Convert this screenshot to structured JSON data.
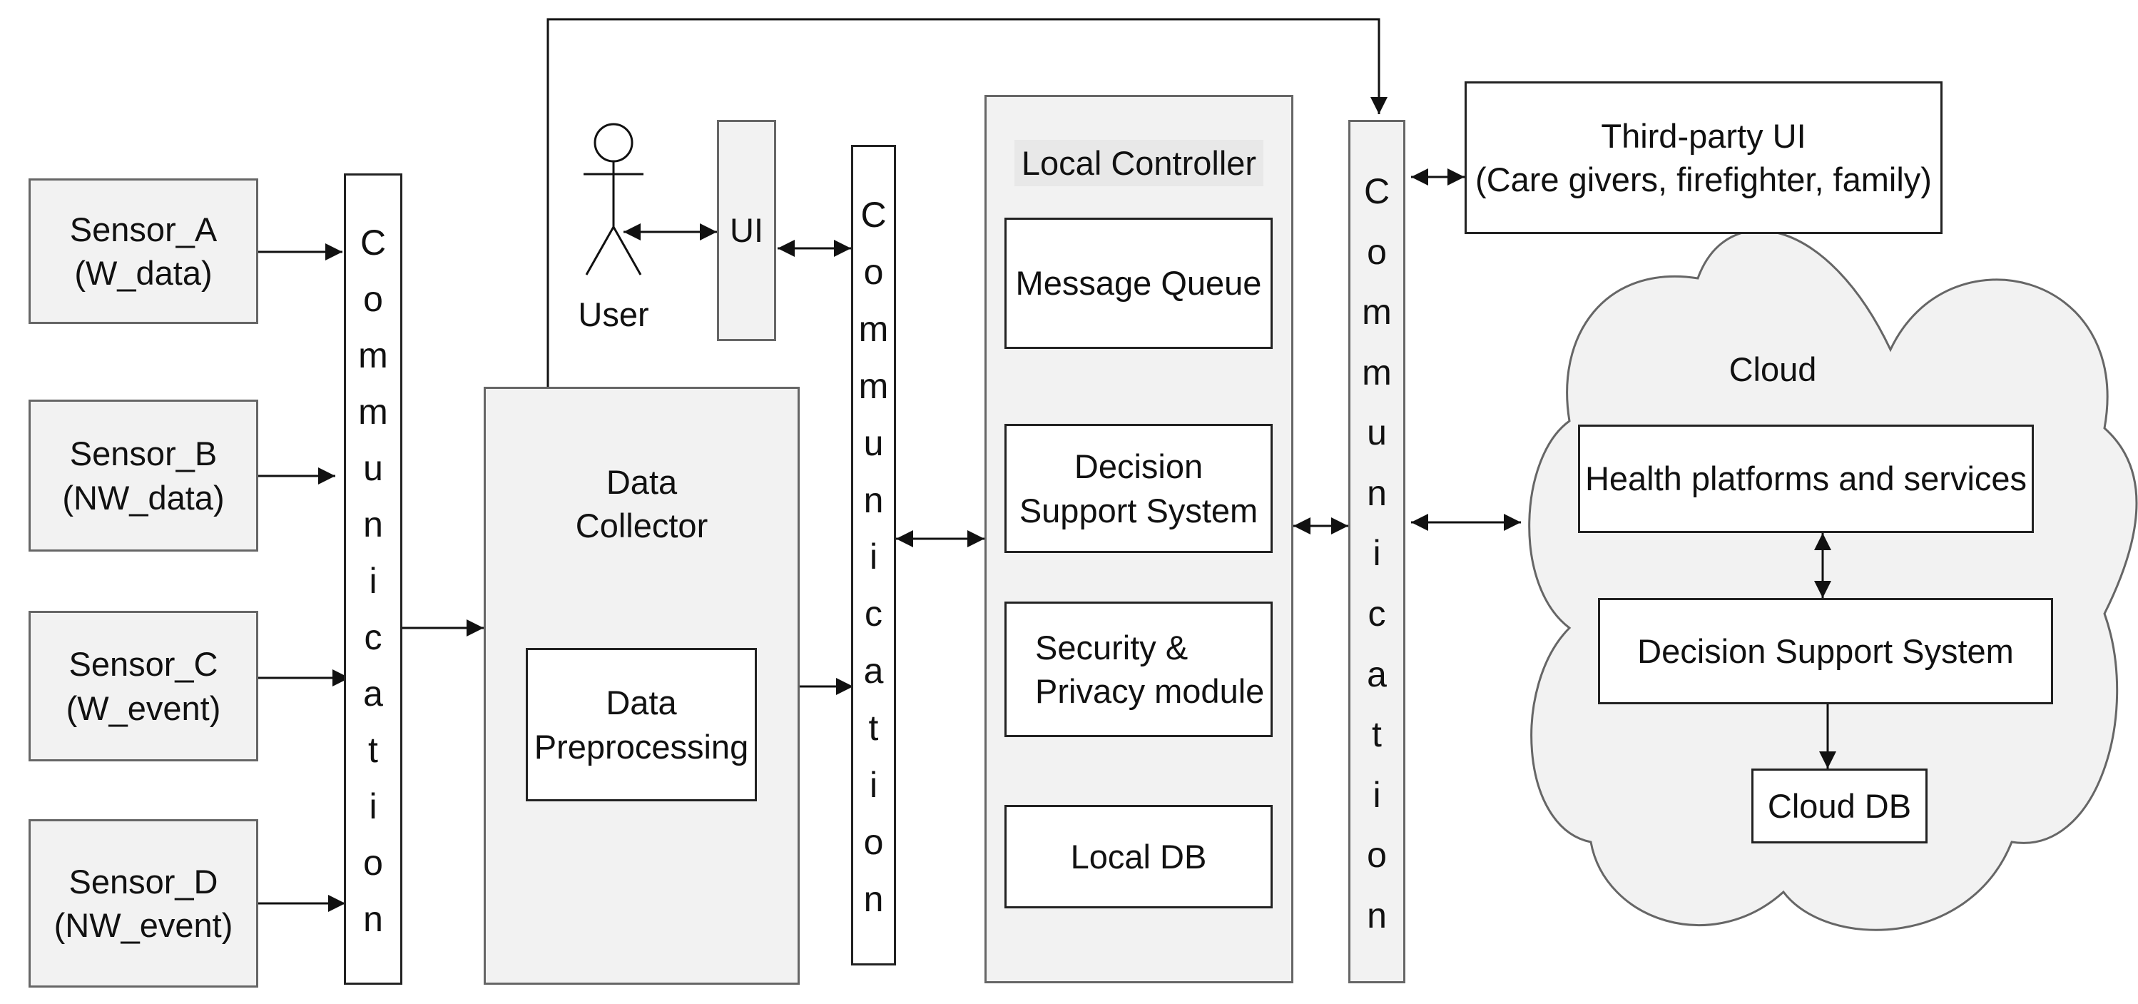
{
  "sensors": [
    {
      "name": "Sensor_A",
      "type": "(W_data)"
    },
    {
      "name": "Sensor_B",
      "type": "(NW_data)"
    },
    {
      "name": "Sensor_C",
      "type": "(W_event)"
    },
    {
      "name": "Sensor_D",
      "type": "(NW_event)"
    }
  ],
  "communication_text": "Communication",
  "data_collector": {
    "title_line1": "Data",
    "title_line2": "Collector",
    "sub_line1": "Data",
    "sub_line2": "Preprocessing"
  },
  "user": {
    "label": "User"
  },
  "ui": {
    "label": "UI"
  },
  "local_controller": {
    "title": "Local Controller",
    "message_queue": "Message Queue",
    "dss_line1": "Decision",
    "dss_line2": "Support System",
    "security_line1": "Security &",
    "security_line2": "Privacy module",
    "local_db": "Local DB"
  },
  "third_party": {
    "line1": "Third-party UI",
    "line2": "(Care givers, firefighter, family)"
  },
  "cloud": {
    "title": "Cloud",
    "health": "Health platforms and services",
    "dss": "Decision Support System",
    "db": "Cloud DB"
  }
}
